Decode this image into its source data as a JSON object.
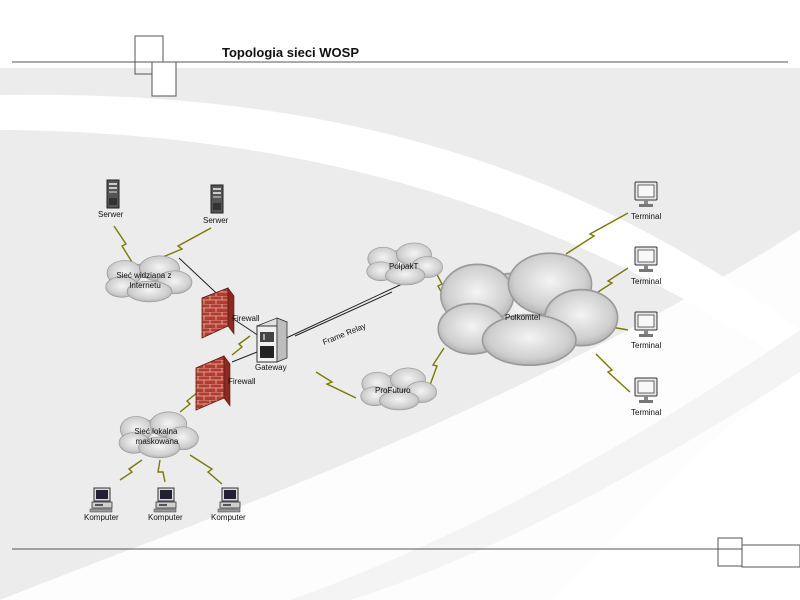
{
  "slide": {
    "title": "Topologia sieci WOSP"
  },
  "nodes": {
    "server1": "Serwer",
    "server2": "Serwer",
    "internet_net": "Sieć widziana z Internetu",
    "firewall_top": "Firewall",
    "firewall_bottom": "Firewall",
    "gateway": "Gateway",
    "lan_net": "Sieć lokalna maskowana",
    "pc1": "Komputer",
    "pc2": "Komputer",
    "pc3": "Komputer",
    "polpak": "PolpakT",
    "profuturo": "ProFuturo",
    "polkomtel": "Polkomtel",
    "terminal1": "Terminal",
    "terminal2": "Terminal",
    "terminal3": "Terminal",
    "terminal4": "Terminal"
  },
  "links": {
    "frame_relay": "Frame Relay"
  },
  "colors": {
    "cloud": "#c8c8c8",
    "bolt": "#e6e600",
    "firewall": "#b03a2e",
    "line": "#222222"
  }
}
